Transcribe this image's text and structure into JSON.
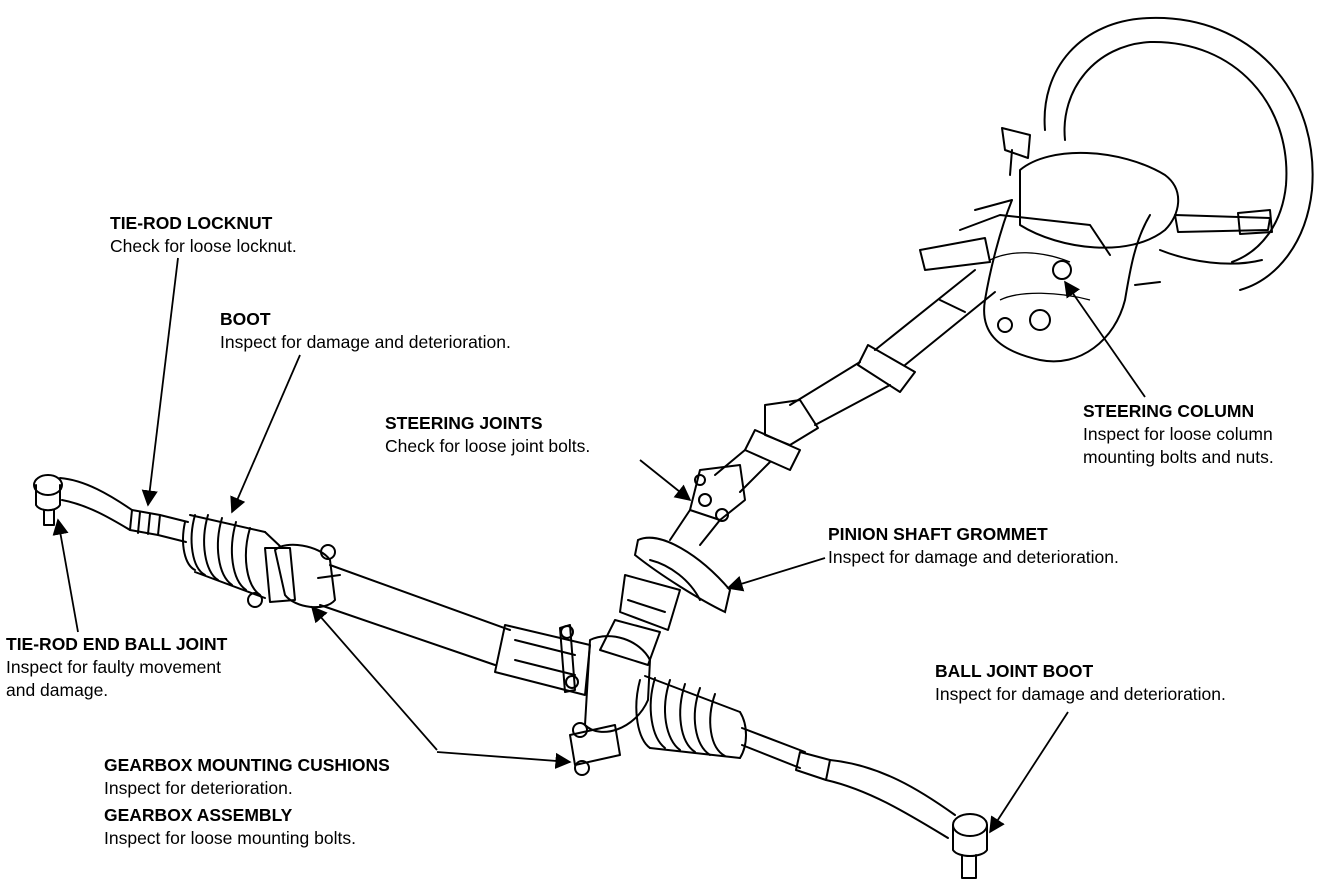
{
  "labels": {
    "tie_rod_locknut": {
      "title": "TIE-ROD LOCKNUT",
      "desc": "Check for loose locknut."
    },
    "boot": {
      "title": "BOOT",
      "desc": "Inspect for damage and deterioration."
    },
    "steering_joints": {
      "title": "STEERING JOINTS",
      "desc": "Check for loose joint bolts."
    },
    "steering_column": {
      "title": "STEERING COLUMN",
      "desc1": "Inspect for loose column",
      "desc2": "mounting bolts and nuts."
    },
    "pinion_shaft_grommet": {
      "title": "PINION SHAFT GROMMET",
      "desc": "Inspect for damage and deterioration."
    },
    "tie_rod_end_ball_joint": {
      "title": "TIE-ROD END BALL JOINT",
      "desc1": "Inspect for faulty movement",
      "desc2": "and damage."
    },
    "ball_joint_boot": {
      "title": "BALL JOINT BOOT",
      "desc": "Inspect for damage and deterioration."
    },
    "gearbox_mounting_cushions": {
      "title": "GEARBOX MOUNTING CUSHIONS",
      "desc": "Inspect for deterioration."
    },
    "gearbox_assembly": {
      "title": "GEARBOX ASSEMBLY",
      "desc": "Inspect for loose mounting bolts."
    }
  },
  "colors": {
    "ink": "#000000",
    "background": "#ffffff"
  }
}
